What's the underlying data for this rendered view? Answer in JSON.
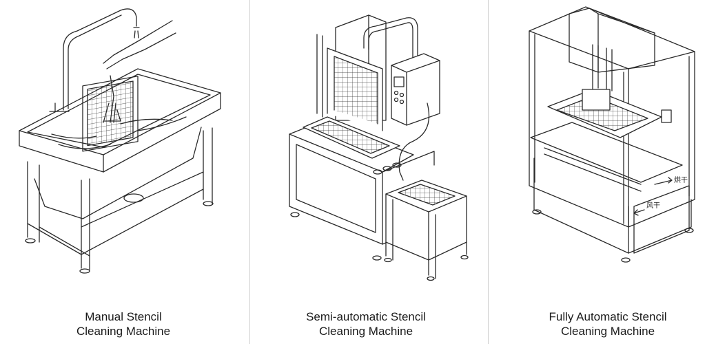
{
  "panels": [
    {
      "caption_line1": "Manual Stencil",
      "caption_line2": "Cleaning Machine"
    },
    {
      "caption_line1": "Semi-automatic Stencil",
      "caption_line2": "Cleaning Machine"
    },
    {
      "caption_line1": "Fully Automatic Stencil",
      "caption_line2": "Cleaning Machine"
    }
  ],
  "labels": {
    "bake": "烘干",
    "wind": "风干"
  }
}
